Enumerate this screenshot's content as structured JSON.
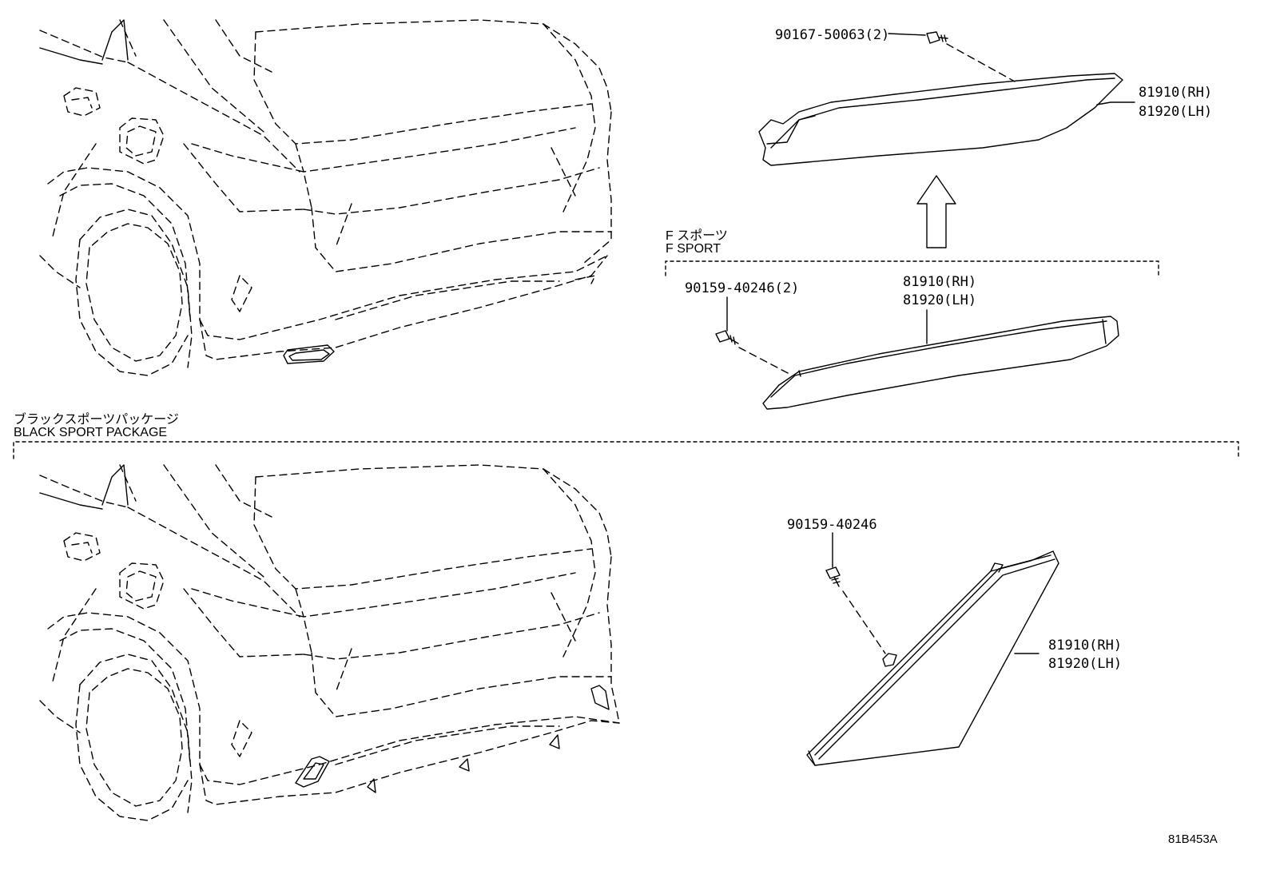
{
  "diagram": {
    "labels": {
      "bolt_top": "90167-50063(2)",
      "reflector_top_rh": "81910(RH)",
      "reflector_top_lh": "81920(LH)",
      "fsport_jp": "F スポーツ",
      "fsport_en": "F SPORT",
      "bolt_fsport": "90159-40246(2)",
      "reflector_fsport_rh": "81910(RH)",
      "reflector_fsport_lh": "81920(LH)",
      "package_jp": "ブラックスポーツパッケージ",
      "package_en": "BLACK SPORT PACKAGE",
      "bolt_bottom": "90159-40246",
      "reflector_bottom_rh": "81910(RH)",
      "reflector_bottom_lh": "81920(LH)",
      "figure_code": "81B453A"
    }
  }
}
